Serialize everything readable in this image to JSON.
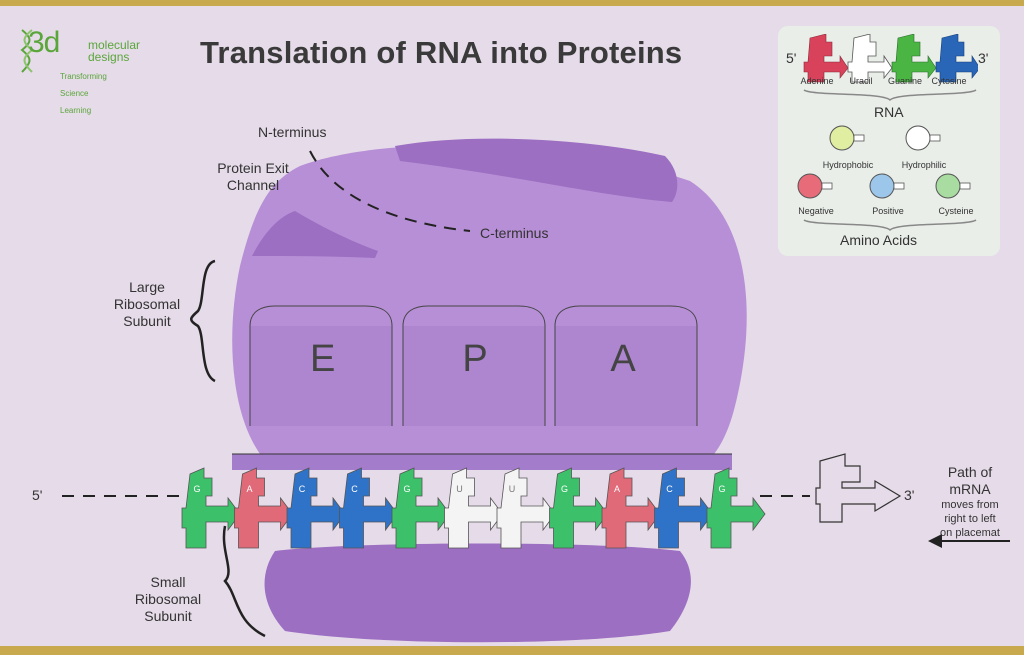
{
  "logo": {
    "mark": "3d",
    "line1": "molecular",
    "line2": "designs",
    "tagline": "Transforming Science Learning"
  },
  "title": "Translation of RNA into Proteins",
  "labels": {
    "n_terminus": "N-terminus",
    "c_terminus": "C-terminus",
    "exit_channel_1": "Protein Exit",
    "exit_channel_2": "Channel",
    "large_1": "Large",
    "large_2": "Ribosomal",
    "large_3": "Subunit",
    "small_1": "Small",
    "small_2": "Ribosomal",
    "small_3": "Subunit",
    "five_prime": "5'",
    "three_prime": "3'",
    "path_1": "Path of",
    "path_2": "mRNA",
    "path_3": "moves from",
    "path_4": "right to left",
    "path_5": "on placemat"
  },
  "sites": [
    "E",
    "P",
    "A"
  ],
  "key": {
    "five_prime": "5'",
    "three_prime": "3'",
    "nucleotides": [
      "Adenine",
      "Uracil",
      "Guanine",
      "Cytosine"
    ],
    "rna_heading": "RNA",
    "amino_acids": [
      "Hydrophobic",
      "Hydrophilic",
      "Negative",
      "Positive",
      "Cysteine"
    ],
    "amino_heading": "Amino Acids"
  },
  "mrna": {
    "bases": [
      "G",
      "A",
      "C",
      "C",
      "G",
      "U",
      "U",
      "G",
      "A",
      "C",
      "G"
    ]
  },
  "colors": {
    "A": "#e06a78",
    "U": "#f4f4f4",
    "G": "#3cc16a",
    "C": "#2f73c8",
    "ribosome": "#9c6fc2",
    "ribosome_light": "#b78fd6",
    "hydrophobic": "#dfeea0",
    "hydrophilic": "#ffffff",
    "negative": "#e86b7a",
    "positive": "#9cc7ea",
    "cysteine": "#a8dca0"
  }
}
